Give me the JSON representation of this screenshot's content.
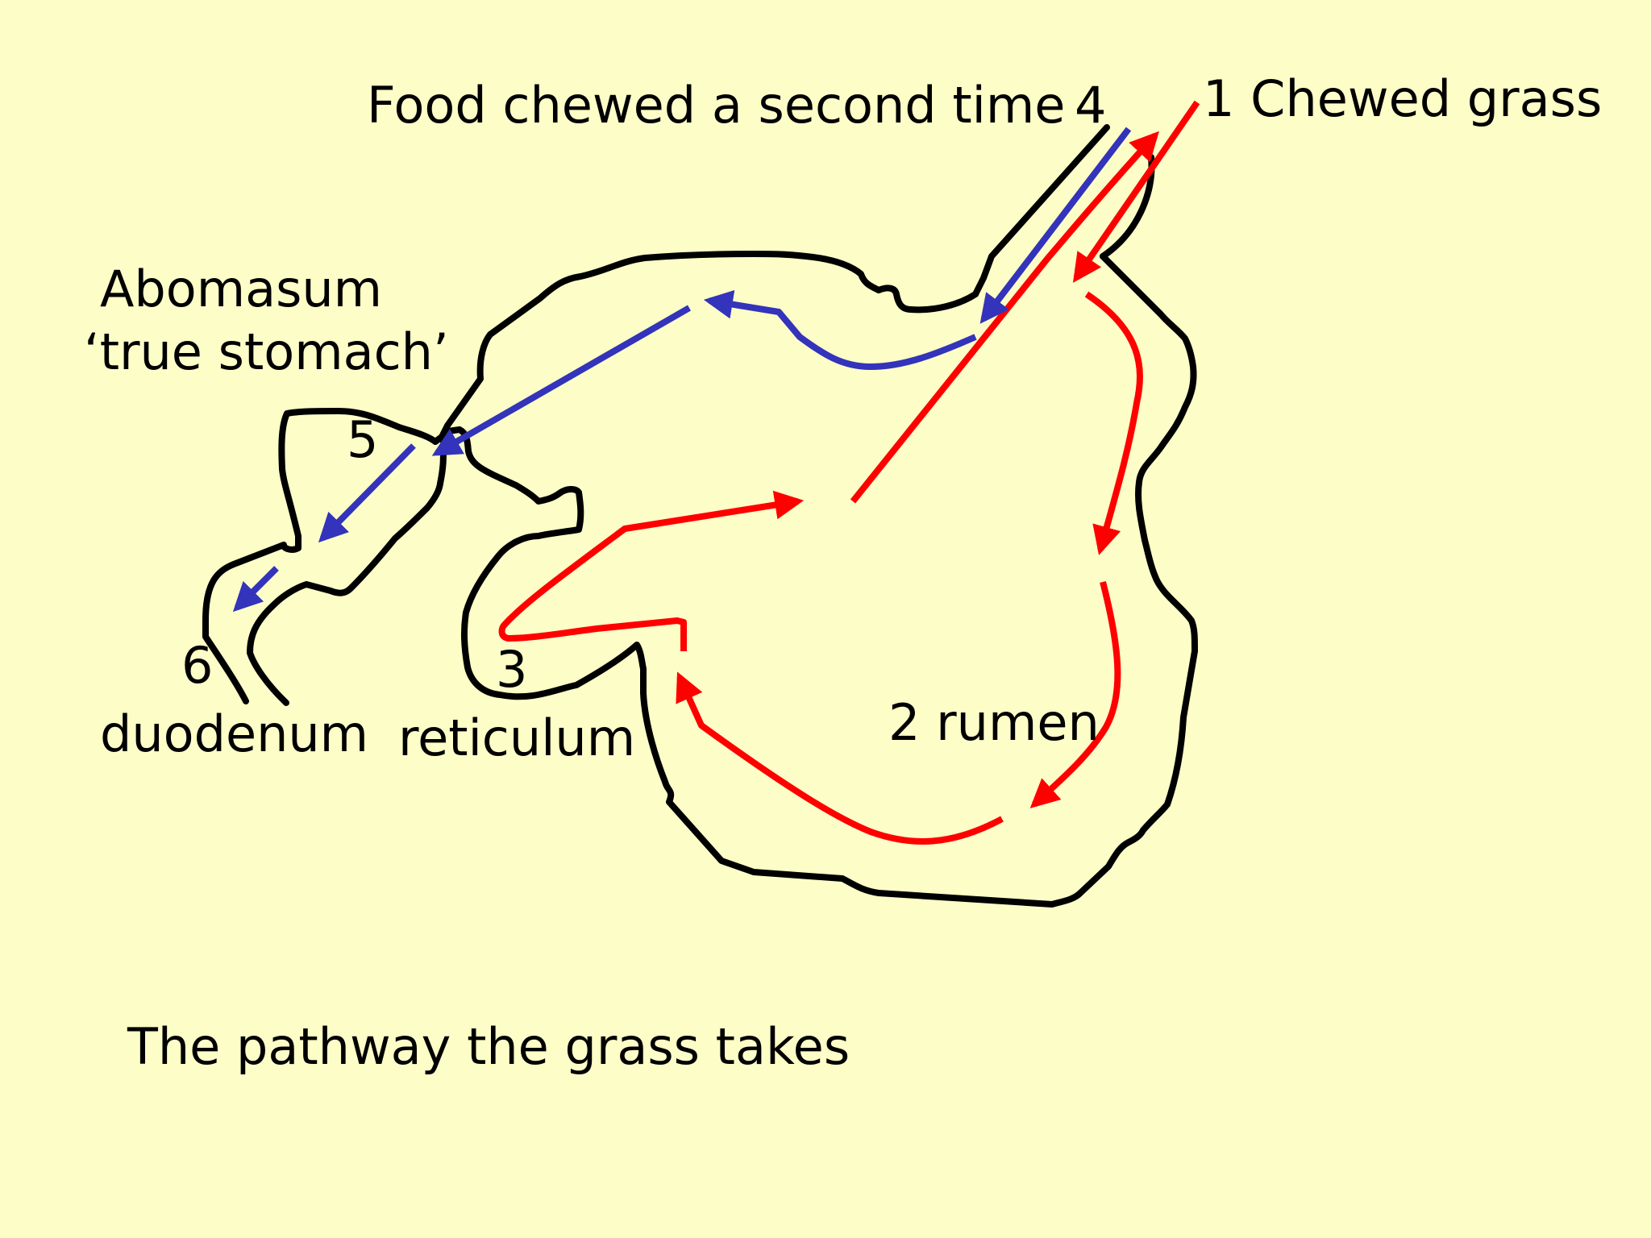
{
  "labels": {
    "food_chewed": "Food chewed a second time",
    "step4": "4",
    "chewed_grass": "1 Chewed grass",
    "abomasum": "Abomasum",
    "true_stomach": "‘true stomach’",
    "step5": "5",
    "step6": "6",
    "duodenum": "duodenum",
    "step3": "3",
    "reticulum": "reticulum",
    "rumen": "2 rumen"
  },
  "caption": "The pathway the grass takes",
  "colors": {
    "background": "#fdfdc8",
    "outline": "#000000",
    "first_pass_arrow": "#ff0000",
    "second_pass_arrow": "#3333bb"
  }
}
